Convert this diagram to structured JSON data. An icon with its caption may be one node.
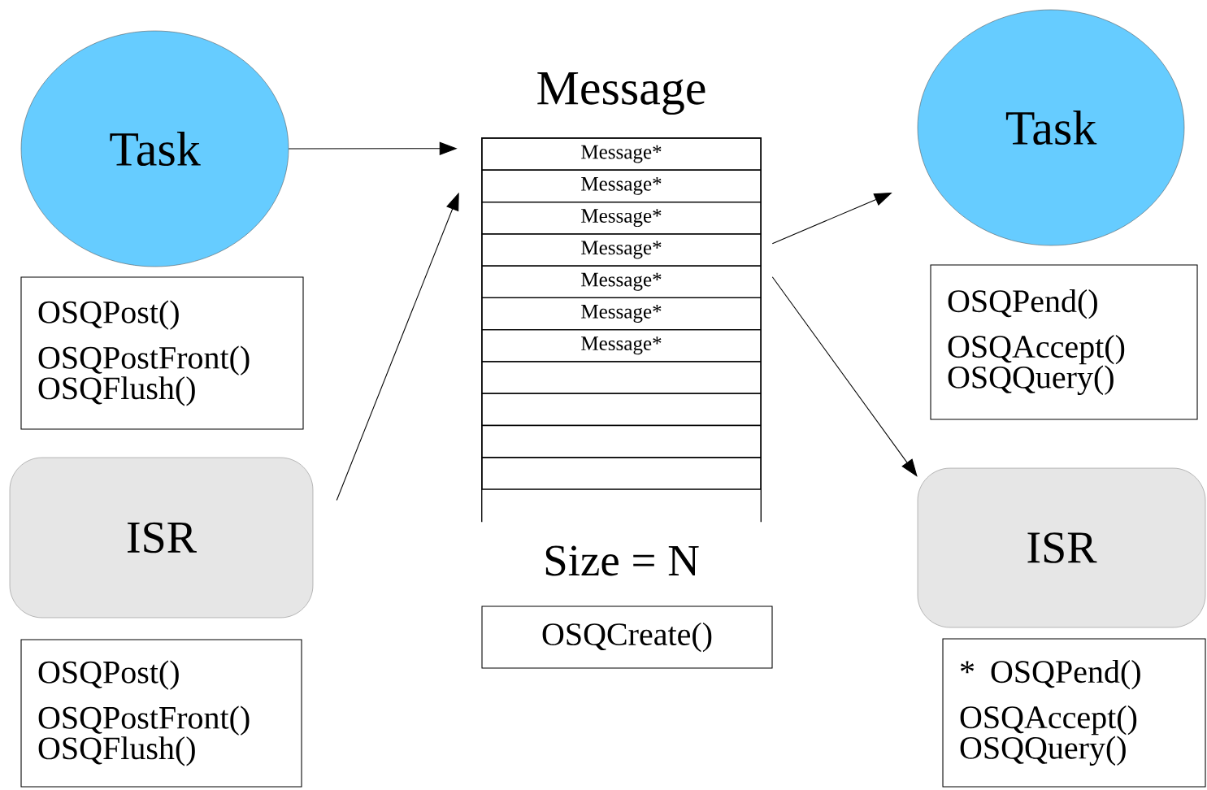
{
  "diagram": {
    "nodes": [
      {
        "text": [
          "Task"
        ]
      },
      {
        "text": [
          "OSQPost()",
          "OSQPostFront()",
          "OSQFlush()"
        ]
      },
      {
        "text": [
          "ISR"
        ]
      },
      {
        "text": [
          "OSQPost()",
          "OSQPostFront()",
          "OSQFlush()"
        ]
      },
      {
        "text": [
          "Message"
        ],
        "beside": [
          "Size = N"
        ]
      },
      {
        "text": [
          "Message*"
        ],
        "in": 4
      },
      {
        "text": [
          "Message*"
        ],
        "in": 4
      },
      {
        "text": [
          "Message*"
        ],
        "in": 4
      },
      {
        "text": [
          "Message*"
        ],
        "in": 4
      },
      {
        "text": [
          "Message*"
        ],
        "in": 4
      },
      {
        "text": [
          "Message*"
        ],
        "in": 4
      },
      {
        "text": [
          "Message*"
        ],
        "in": 4
      },
      {
        "text": [],
        "shape": "box",
        "in": 4
      },
      {
        "text": [],
        "shape": "box",
        "in": 4
      },
      {
        "text": [],
        "shape": "box",
        "in": 4
      },
      {
        "text": [],
        "shape": "box",
        "in": 4
      },
      {
        "text": [
          "OSQCreate()"
        ]
      },
      {
        "text": [
          "Task"
        ]
      },
      {
        "text": [
          "OSQPend()",
          "OSQAccept()",
          "OSQQuery()"
        ]
      },
      {
        "text": [
          "ISR"
        ]
      },
      {
        "text": [
          "* OSQPend()",
          "OSQAccept()",
          "OSQQuery()"
        ]
      }
    ],
    "edges": [
      {
        "from": 0,
        "to": 4,
        "arrow": "to"
      },
      {
        "from": 2,
        "to": 4,
        "arrow": "to"
      },
      {
        "from": 4,
        "to": 17,
        "arrow": "to"
      },
      {
        "from": 4,
        "to": 19,
        "arrow": "to"
      }
    ]
  }
}
